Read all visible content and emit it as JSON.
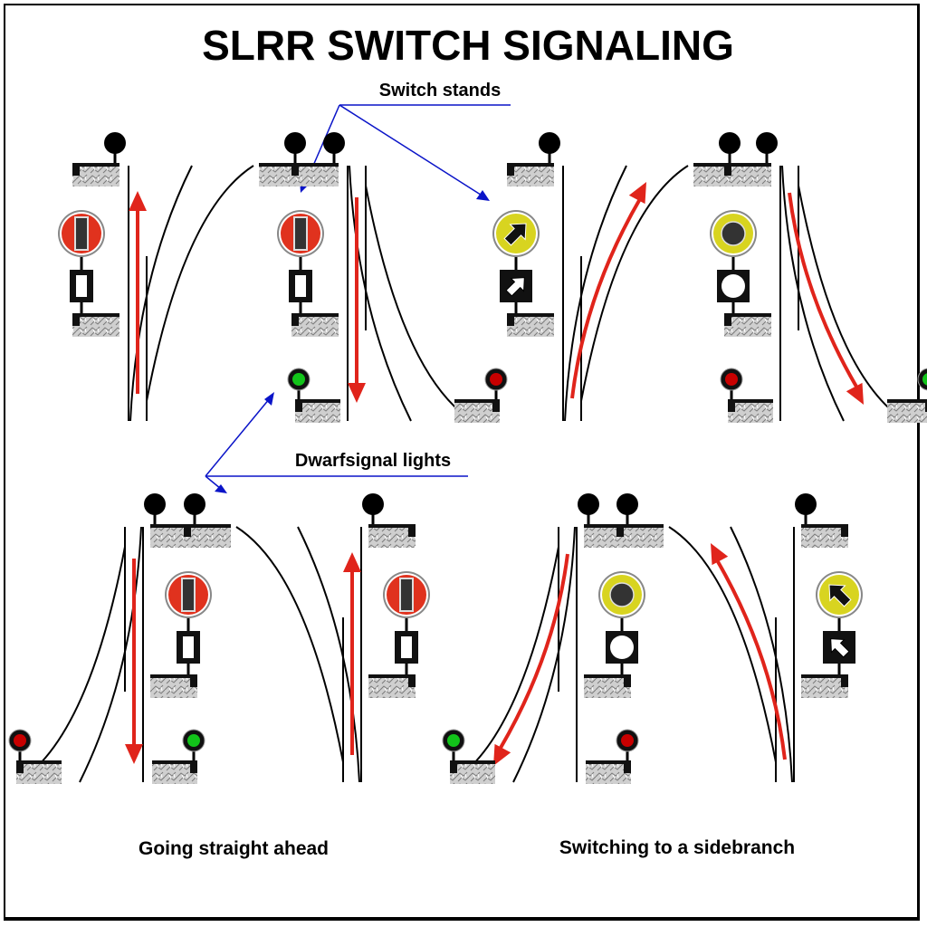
{
  "title": "SLRR SWITCH SIGNALING",
  "callouts": {
    "switch_stands": "Switch stands",
    "dwarfsignal_lights": "Dwarfsignal lights"
  },
  "captions": {
    "straight": "Going straight ahead",
    "sidebranch": "Switching to a sidebranch"
  },
  "colors": {
    "route_arrow": "#e0241b",
    "callout_line": "#0a14c8",
    "stop_sign": "#e0321e",
    "branch_sign": "#d8d420",
    "light_red": "#c80000",
    "light_green": "#12c41a",
    "ballast": "#c8c8c8",
    "rail": "#000000"
  },
  "panels": [
    {
      "id": "top-1",
      "group": "straight",
      "branch_side": "right",
      "points_at": "top",
      "route": "straight",
      "direction": "up",
      "switch_stand": {
        "sign": "stop",
        "plate": "bar",
        "side": "left"
      },
      "dwarf_lights": []
    },
    {
      "id": "top-2",
      "group": "straight",
      "branch_side": "right",
      "points_at": "bottom",
      "route": "straight",
      "direction": "down",
      "switch_stand": {
        "sign": "stop",
        "plate": "bar",
        "side": "left"
      },
      "dwarf_lights": [
        {
          "side": "left",
          "color": "green"
        },
        {
          "side": "right",
          "color": "red"
        }
      ]
    },
    {
      "id": "top-3",
      "group": "sidebranch",
      "branch_side": "right",
      "points_at": "top",
      "route": "branch",
      "direction": "up",
      "switch_stand": {
        "sign": "arrow-up-right",
        "plate": "arrow-up-right",
        "side": "left"
      },
      "dwarf_lights": []
    },
    {
      "id": "top-4",
      "group": "sidebranch",
      "branch_side": "right",
      "points_at": "bottom",
      "route": "branch",
      "direction": "down",
      "switch_stand": {
        "sign": "dot",
        "plate": "dot",
        "side": "left"
      },
      "dwarf_lights": [
        {
          "side": "left",
          "color": "red"
        },
        {
          "side": "right",
          "color": "green"
        }
      ]
    },
    {
      "id": "bottom-1",
      "group": "straight",
      "branch_side": "left",
      "points_at": "bottom",
      "route": "straight",
      "direction": "down",
      "switch_stand": {
        "sign": "stop",
        "plate": "bar",
        "side": "right"
      },
      "dwarf_lights": [
        {
          "side": "left",
          "color": "red"
        },
        {
          "side": "right",
          "color": "green"
        }
      ]
    },
    {
      "id": "bottom-2",
      "group": "straight",
      "branch_side": "left",
      "points_at": "top",
      "route": "straight",
      "direction": "up",
      "switch_stand": {
        "sign": "stop",
        "plate": "bar",
        "side": "right"
      },
      "dwarf_lights": []
    },
    {
      "id": "bottom-3",
      "group": "sidebranch",
      "branch_side": "left",
      "points_at": "bottom",
      "route": "branch",
      "direction": "down",
      "switch_stand": {
        "sign": "dot",
        "plate": "dot",
        "side": "right"
      },
      "dwarf_lights": [
        {
          "side": "left",
          "color": "green"
        },
        {
          "side": "right",
          "color": "red"
        }
      ]
    },
    {
      "id": "bottom-4",
      "group": "sidebranch",
      "branch_side": "left",
      "points_at": "top",
      "route": "branch",
      "direction": "up",
      "switch_stand": {
        "sign": "arrow-up-left",
        "plate": "arrow-up-left",
        "side": "right"
      },
      "dwarf_lights": []
    }
  ]
}
